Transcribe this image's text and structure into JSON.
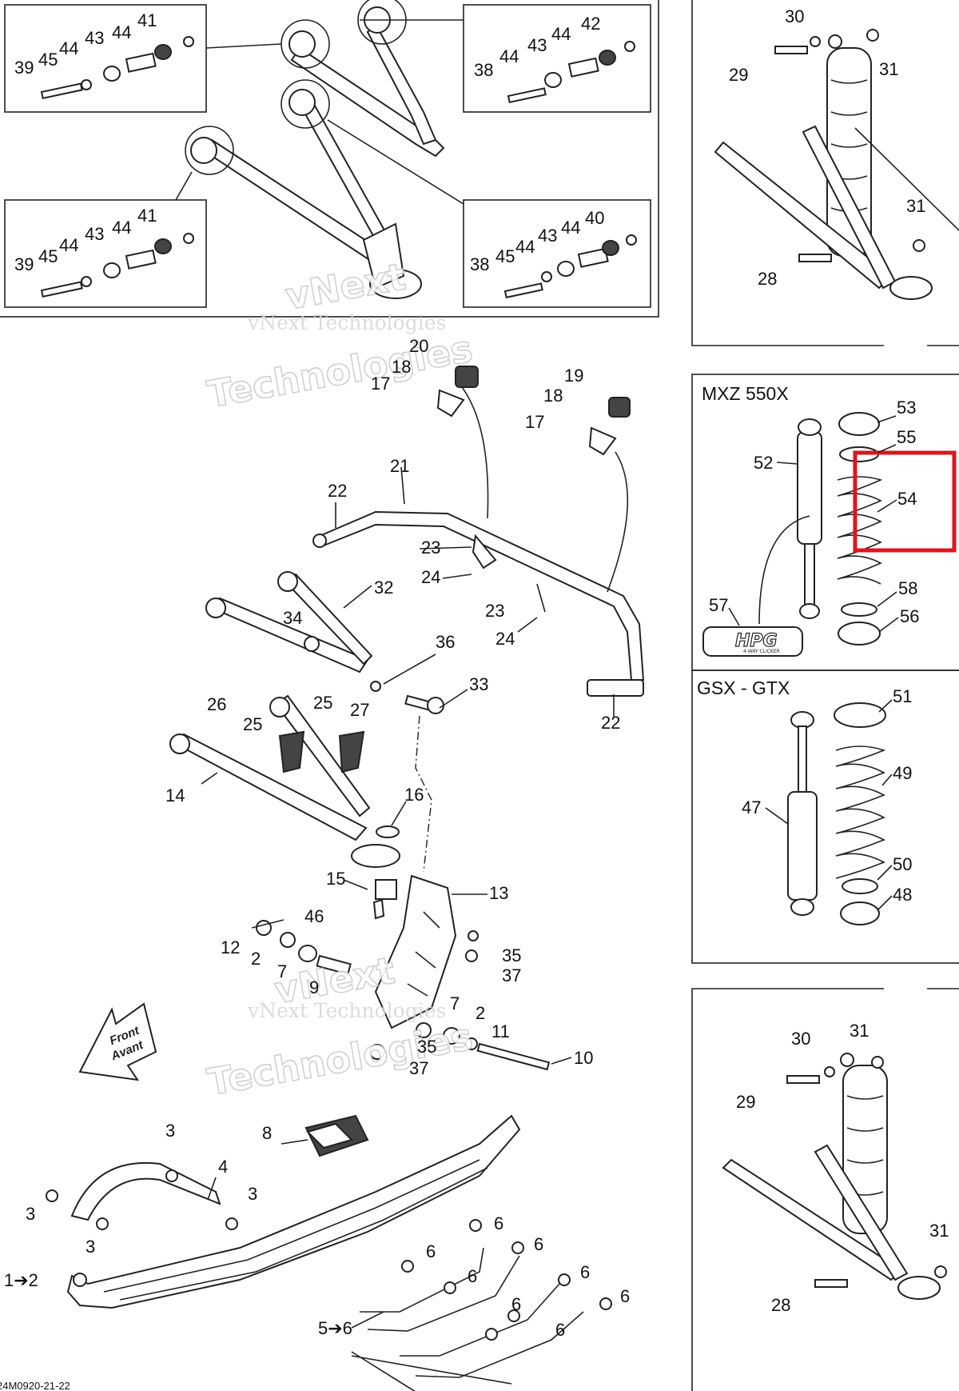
{
  "diagram": {
    "boxes": {
      "mxz_title": "MXZ 550X",
      "gsx_title": "GSX - GTX"
    },
    "watermark": {
      "line1": "vNext Technologies",
      "line2": "vNext",
      "line3": "Technologies"
    },
    "logo_text": "HPG",
    "logo_sub": "4-WAY CLICKER",
    "front_arrow": {
      "line1": "Front",
      "line2": "Avant"
    },
    "reference_code": "24M0920-21-22",
    "highlight_color": "#e0141e",
    "labels": {
      "p41a": "41",
      "p44a": "44",
      "p43a": "43",
      "p44b": "44",
      "p45a": "45",
      "p39a": "39",
      "p42": "42",
      "p44c": "44",
      "p43b": "43",
      "p44d": "44",
      "p38a": "38",
      "p41b": "41",
      "p44e": "44",
      "p43c": "43",
      "p44f": "44",
      "p45b": "45",
      "p39b": "39",
      "p40": "40",
      "p44g": "44",
      "p43d": "43",
      "p44h": "44",
      "p45c": "45",
      "p38b": "38",
      "p30a": "30",
      "p29a": "29",
      "p31a": "31",
      "p31b": "31",
      "p28a": "28",
      "p20": "20",
      "p18a": "18",
      "p17a": "17",
      "p19": "19",
      "p18b": "18",
      "p17b": "17",
      "p21": "21",
      "p22a": "22",
      "p23a": "23",
      "p24a": "24",
      "p23b": "23",
      "p24b": "24",
      "p32": "32",
      "p34": "34",
      "p36": "36",
      "p33": "33",
      "p22b": "22",
      "p26": "26",
      "p25a": "25",
      "p25b": "25",
      "p27": "27",
      "p14": "14",
      "p16": "16",
      "p15": "15",
      "p13": "13",
      "p46": "46",
      "p12": "12",
      "p2a": "2",
      "p7a": "7",
      "p9": "9",
      "p35a": "35",
      "p37a": "37",
      "p7b": "7",
      "p2b": "2",
      "p11": "11",
      "p35b": "35",
      "p37b": "37",
      "p10": "10",
      "p53": "53",
      "p55": "55",
      "p52": "52",
      "p54": "54",
      "p58": "58",
      "p57": "57",
      "p56": "56",
      "p51": "51",
      "p49": "49",
      "p47": "47",
      "p50": "50",
      "p48": "48",
      "p30b": "30",
      "p31c": "31",
      "p29b": "29",
      "p31d": "31",
      "p28b": "28",
      "p8": "8",
      "p3a": "3",
      "p4": "4",
      "p3b": "3",
      "p3c": "3",
      "p3d": "3",
      "p1to2": "1➔2",
      "p5to6": "5➔6",
      "p6a": "6",
      "p6b": "6",
      "p6c": "6",
      "p6d": "6",
      "p6e": "6",
      "p6f": "6",
      "p6g": "6",
      "p6h": "6"
    }
  }
}
